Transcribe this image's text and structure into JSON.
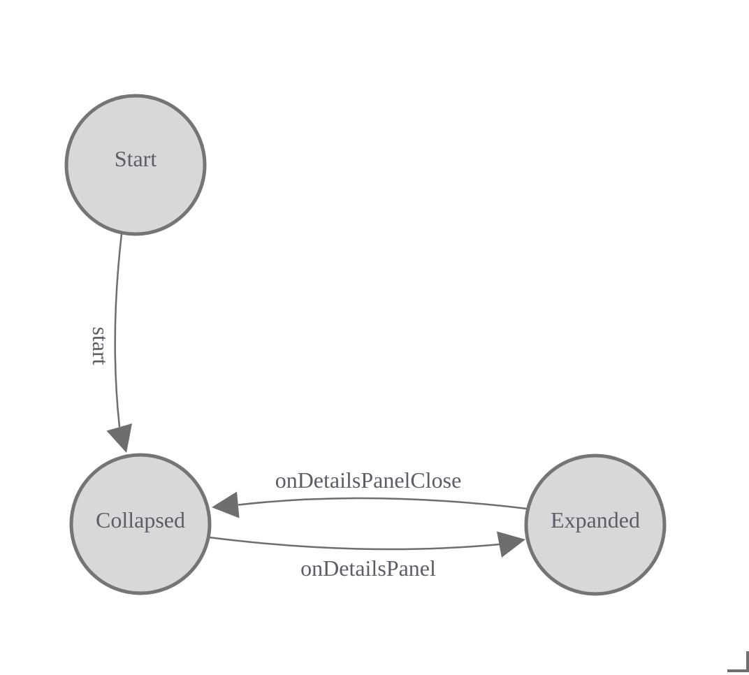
{
  "diagram": {
    "type": "state-machine",
    "states": [
      {
        "id": "start",
        "label": "Start"
      },
      {
        "id": "collapsed",
        "label": "Collapsed"
      },
      {
        "id": "expanded",
        "label": "Expanded"
      }
    ],
    "transitions": [
      {
        "from": "Start",
        "to": "Collapsed",
        "label": "start"
      },
      {
        "from": "Expanded",
        "to": "Collapsed",
        "label": "onDetailsPanelClose"
      },
      {
        "from": "Collapsed",
        "to": "Expanded",
        "label": "onDetailsPanel"
      }
    ],
    "colors": {
      "background": "#ffffff",
      "node_fill": "#d8d8d8",
      "node_stroke": "#757575",
      "edge_stroke": "#6e6e6e",
      "label_text": "#5d5d66",
      "resize_handle": "#6f6f6f"
    }
  }
}
